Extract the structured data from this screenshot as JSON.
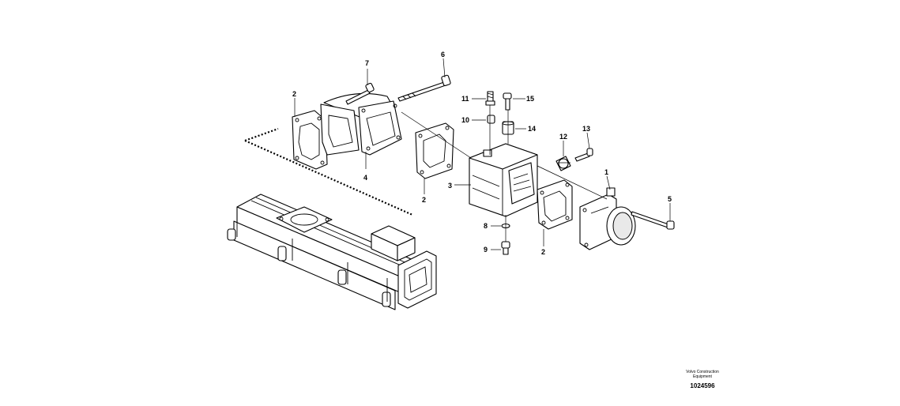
{
  "callouts": {
    "c1": "1",
    "c2a": "2",
    "c2b": "2",
    "c2c": "2",
    "c3": "3",
    "c4": "4",
    "c5": "5",
    "c6": "6",
    "c7": "7",
    "c8": "8",
    "c9": "9",
    "c10": "10",
    "c11": "11",
    "c12": "12",
    "c13": "13",
    "c14": "14",
    "c15": "15"
  },
  "credit": {
    "company_line1": "Volvo Construction",
    "company_line2": "Equipment",
    "drawing_number": "1024596"
  }
}
